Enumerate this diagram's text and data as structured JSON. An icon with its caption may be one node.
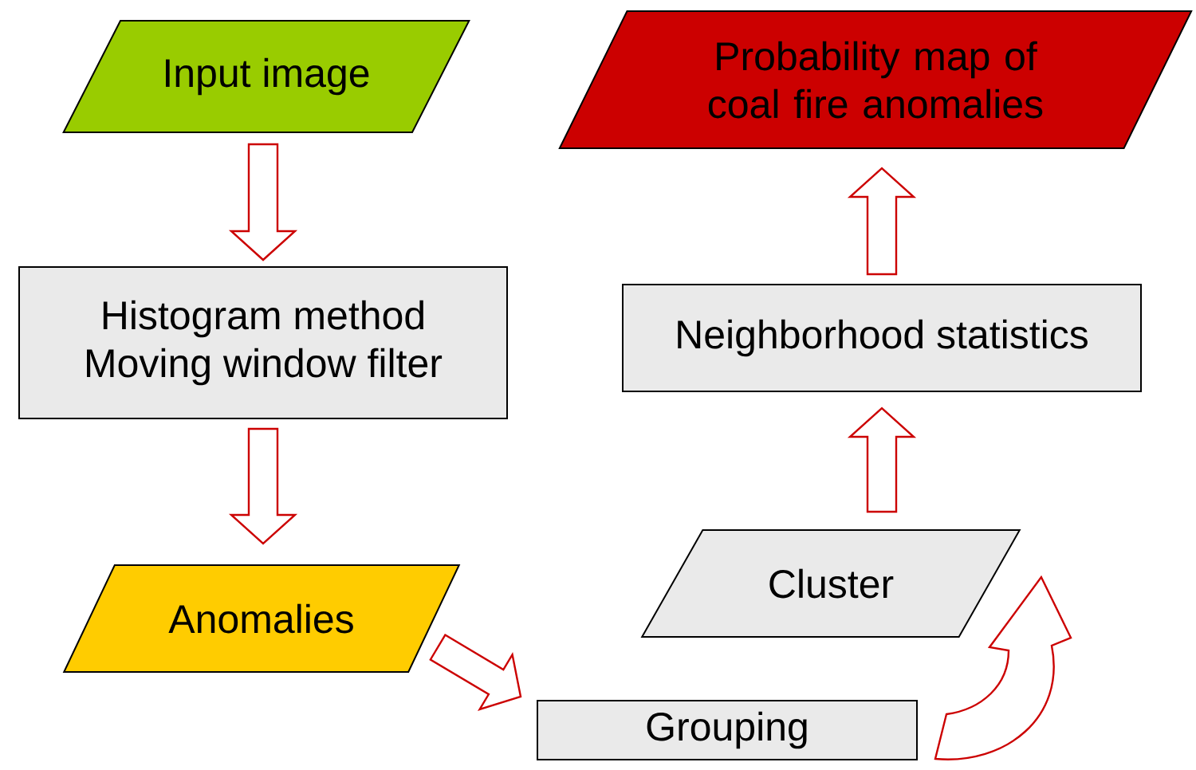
{
  "diagram": {
    "nodes": [
      {
        "text": [
          "Input image"
        ]
      },
      {
        "text": [
          "Histogram method",
          "Moving window filter"
        ]
      },
      {
        "text": [
          "Anomalies"
        ]
      },
      {
        "text": [
          "Grouping"
        ]
      },
      {
        "text": [
          "Cluster"
        ]
      },
      {
        "text": [
          "Neighborhood statistics"
        ]
      },
      {
        "text": [
          "Probability map of coal fire anomalies"
        ]
      }
    ],
    "edges": [
      {
        "from": 0,
        "to": 1,
        "arrow": "to"
      },
      {
        "from": 1,
        "to": 2,
        "arrow": "to"
      },
      {
        "from": 2,
        "to": 3,
        "arrow": "to"
      },
      {
        "from": 3,
        "to": 4,
        "arrow": "to"
      },
      {
        "from": 4,
        "to": 5,
        "arrow": "to"
      },
      {
        "from": 5,
        "to": 6,
        "arrow": "to"
      }
    ]
  }
}
